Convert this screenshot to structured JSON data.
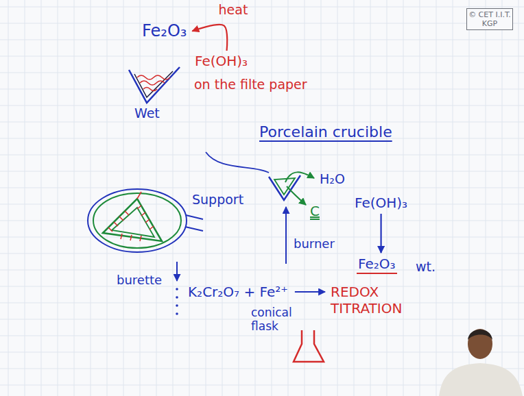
{
  "diagram": {
    "nodes": [
      {
        "text": [
          "Fe₂O₃"
        ]
      },
      {
        "text": [
          "Fe(OH)₃"
        ]
      },
      {
        "text": [
          "Fe(OH)₃"
        ]
      },
      {
        "text": [
          "Fe₂O₃"
        ]
      },
      {
        "text": [
          "K₂Cr₂O₇ + Fe²⁺"
        ]
      },
      {
        "text": [
          "REDOX TITRATION"
        ]
      }
    ],
    "edges": [
      {
        "from": 1,
        "to": 0,
        "label": "heat",
        "arrow": "to"
      },
      {
        "from": 2,
        "to": 3,
        "arrow": "to"
      },
      {
        "from": 4,
        "to": 5,
        "arrow": "to"
      }
    ],
    "labels": [
      "on the filte paper",
      "Wet",
      "Porcelain crucible",
      "Support",
      "H₂O",
      "C",
      "burner",
      "wt.",
      "burette",
      "conical flask",
      "© CET I.I.T. KGP"
    ]
  }
}
